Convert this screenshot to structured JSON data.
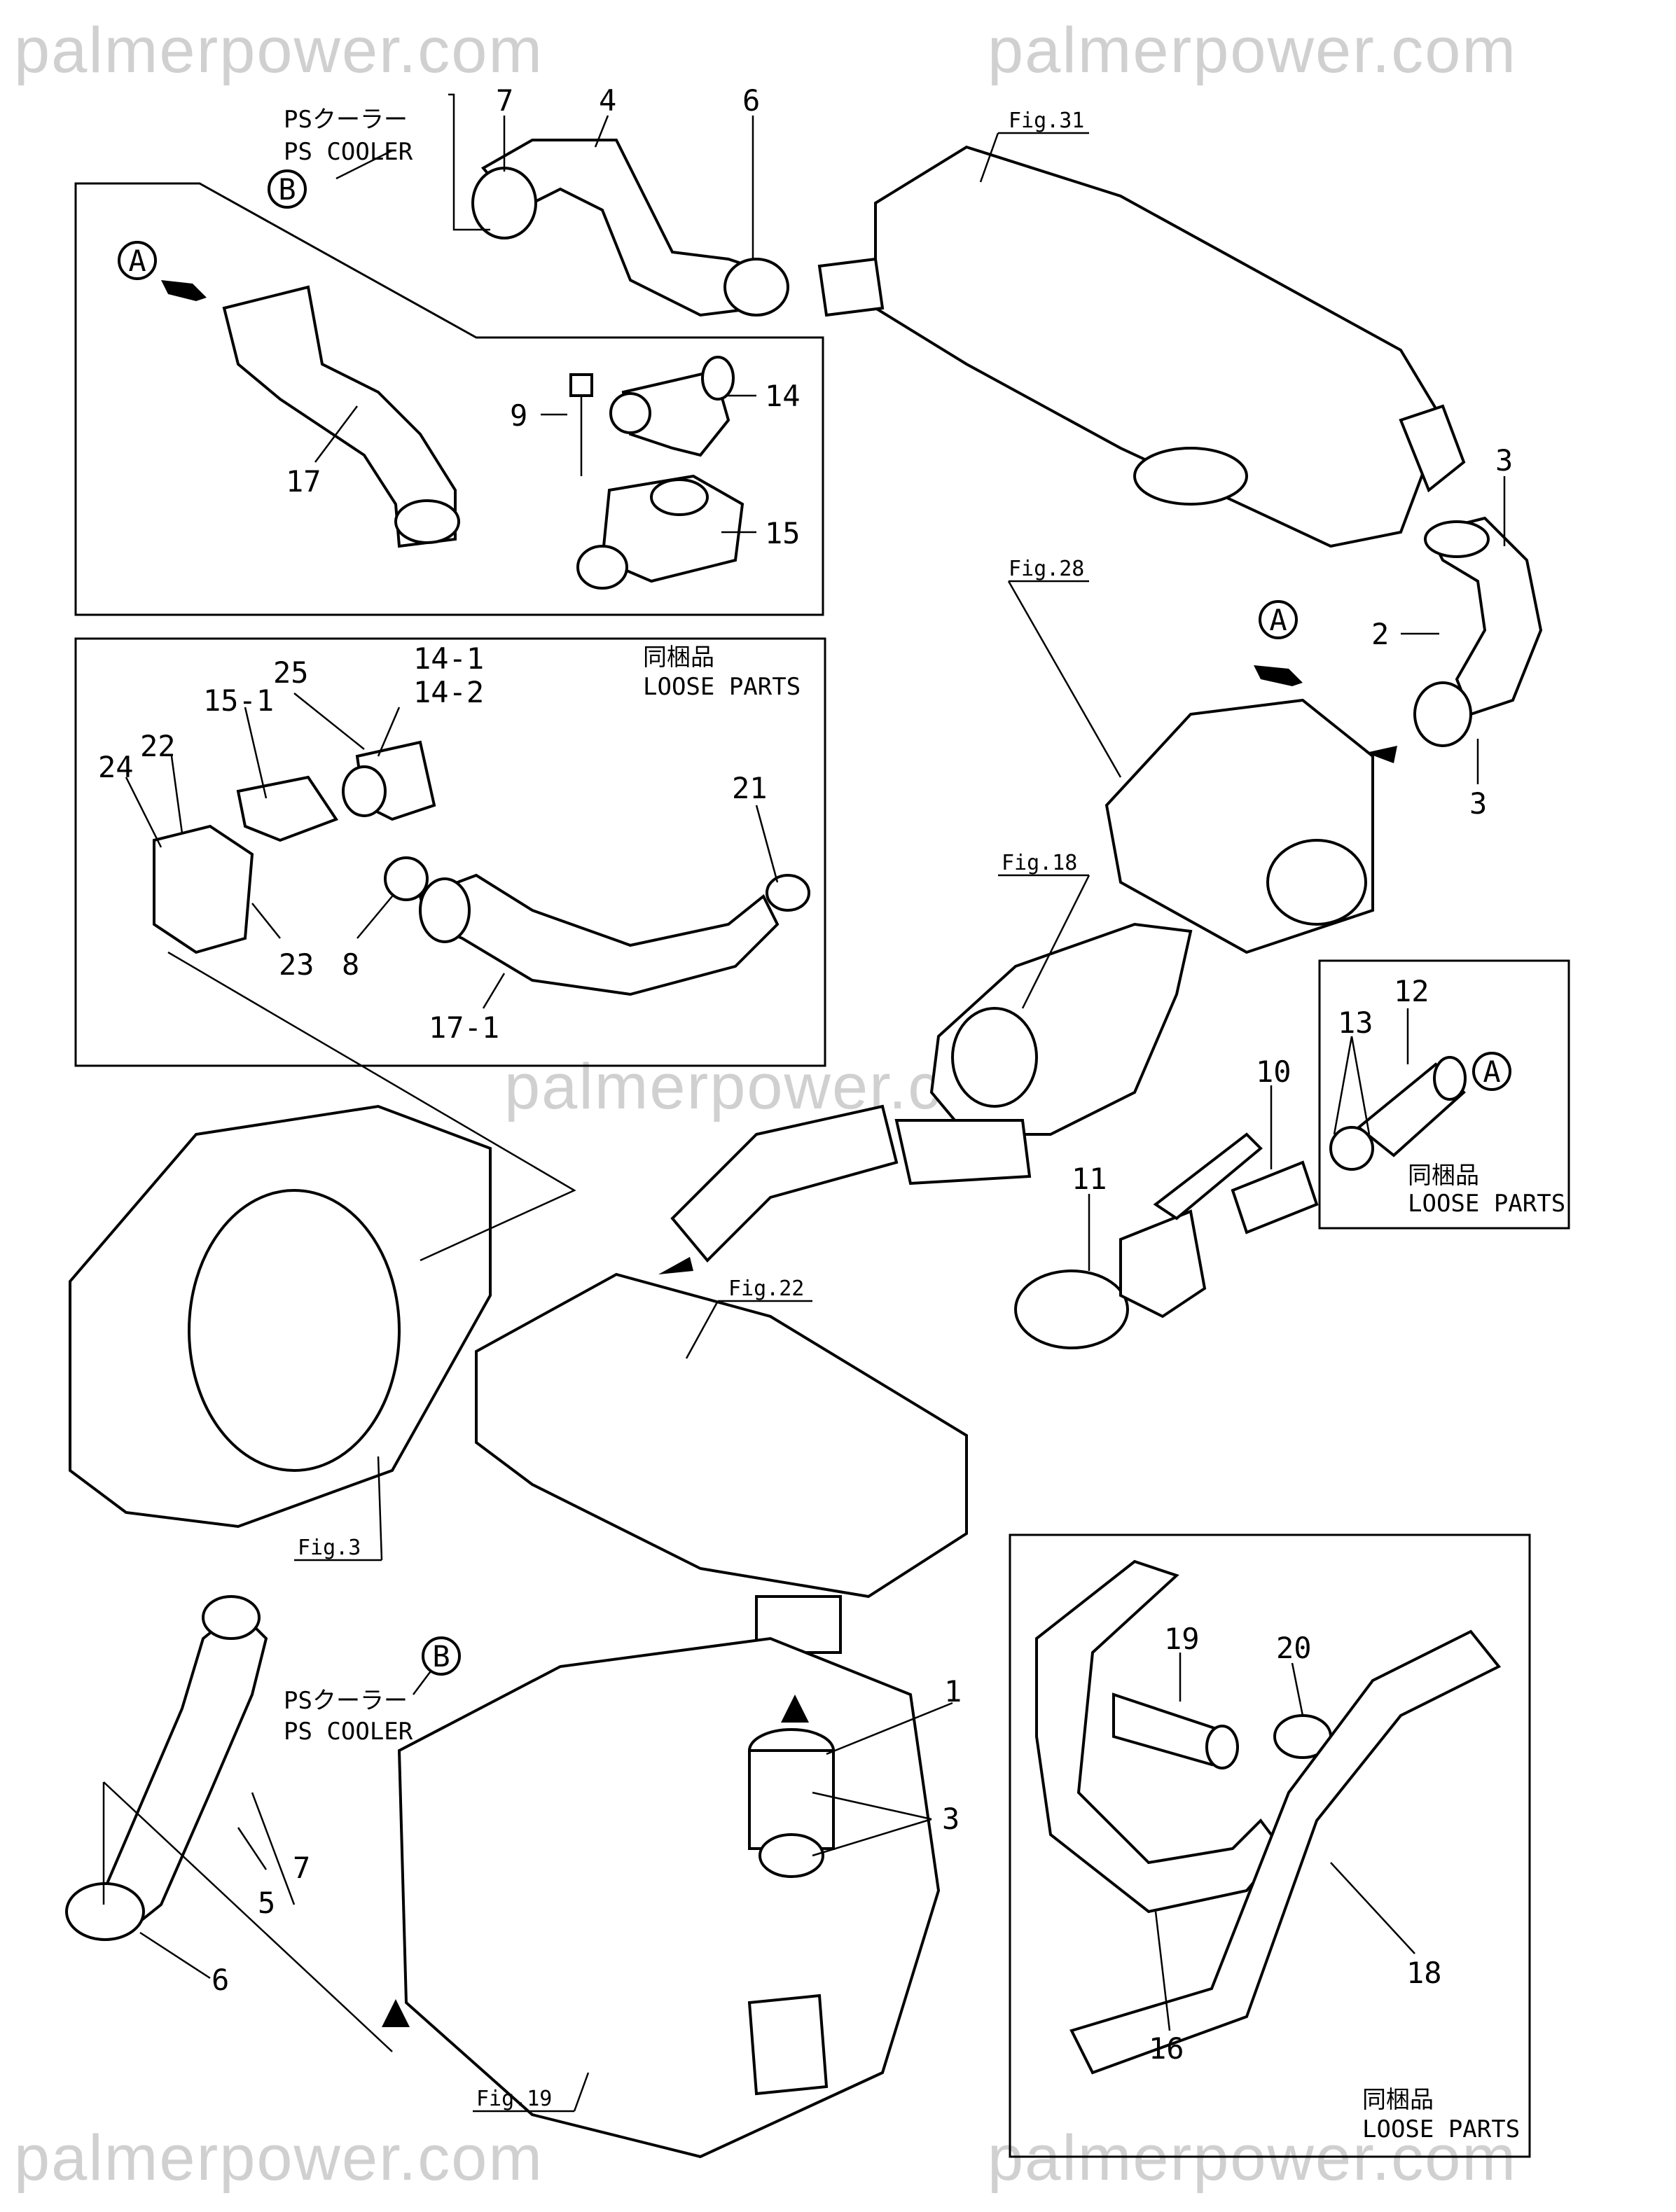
{
  "watermark": "palmerpower.com",
  "ps_cooler_ja": "PSクーラー",
  "ps_cooler_en": "PS COOLER",
  "loose_parts_ja": "同梱品",
  "loose_parts_en": "LOOSE PARTS",
  "ref_a": "A",
  "ref_b": "B",
  "figs": {
    "fig31": "Fig.31",
    "fig28": "Fig.28",
    "fig18": "Fig.18",
    "fig22": "Fig.22",
    "fig3": "Fig.3",
    "fig19": "Fig.19"
  },
  "parts": {
    "p1": "1",
    "p2": "2",
    "p3": "3",
    "p4": "4",
    "p5": "5",
    "p6": "6",
    "p7": "7",
    "p8": "8",
    "p9": "9",
    "p10": "10",
    "p11": "11",
    "p12": "12",
    "p13": "13",
    "p14": "14",
    "p15": "15",
    "p16": "16",
    "p17": "17",
    "p18": "18",
    "p19": "19",
    "p20": "20",
    "p21": "21",
    "p22": "22",
    "p23": "23",
    "p24": "24",
    "p25": "25",
    "p14_1": "14-1",
    "p14_2": "14-2",
    "p15_1": "15-1",
    "p17_1": "17-1"
  },
  "colors": {
    "line": "#000000",
    "watermark": "#d0d0d0",
    "background": "#ffffff"
  }
}
